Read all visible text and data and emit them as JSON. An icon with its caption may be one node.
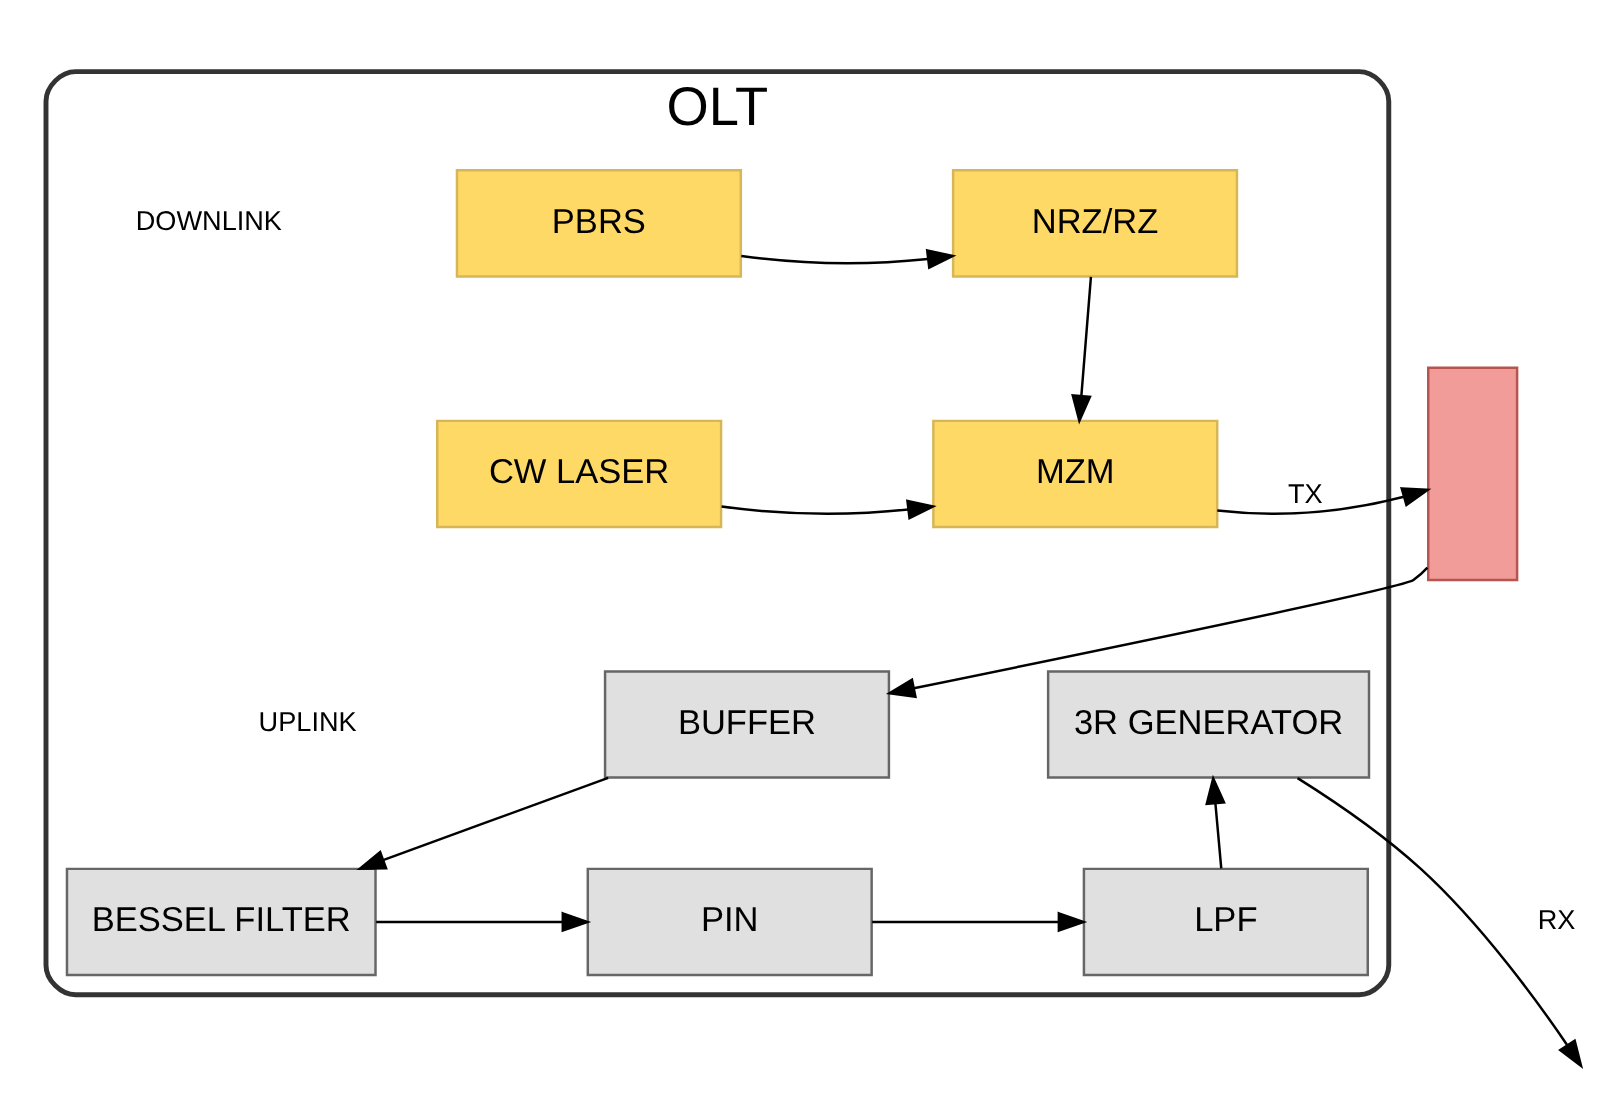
{
  "diagram": {
    "nodes": [
      {
        "text": [
          "OLT"
        ]
      },
      {
        "text": [
          "PBRS"
        ],
        "in": 0
      },
      {
        "text": [
          "NRZ/RZ"
        ],
        "in": 0
      },
      {
        "text": [
          "CW LASER"
        ],
        "in": 0
      },
      {
        "text": [
          "MZM"
        ],
        "in": 0
      },
      {
        "text": [],
        "shape": "box"
      },
      {
        "text": [
          "BUFFER"
        ],
        "in": 0
      },
      {
        "text": [
          "BESSEL FILTER"
        ],
        "in": 0
      },
      {
        "text": [
          "PIN"
        ],
        "in": 0
      },
      {
        "text": [
          "LPF"
        ],
        "in": 0
      },
      {
        "text": [
          "3R GENERATOR"
        ],
        "in": 0
      }
    ],
    "edges": [
      {
        "from": 1,
        "to": 2,
        "arrow": "to"
      },
      {
        "from": 2,
        "to": 4,
        "arrow": "to"
      },
      {
        "from": 3,
        "to": 4,
        "arrow": "to"
      },
      {
        "from": 4,
        "to": 5,
        "arrow": "to",
        "label": "TX"
      },
      {
        "from": 5,
        "to": 6,
        "arrow": "to"
      },
      {
        "from": 6,
        "to": 7,
        "arrow": "to"
      },
      {
        "from": 7,
        "to": 8,
        "arrow": "to"
      },
      {
        "from": 8,
        "to": 9,
        "arrow": "to"
      },
      {
        "from": 9,
        "to": 10,
        "arrow": "to"
      },
      {
        "from": 10,
        "to": null,
        "arrow": "to",
        "label": "RX"
      }
    ],
    "labels": [
      "DOWNLINK",
      "UPLINK"
    ]
  }
}
